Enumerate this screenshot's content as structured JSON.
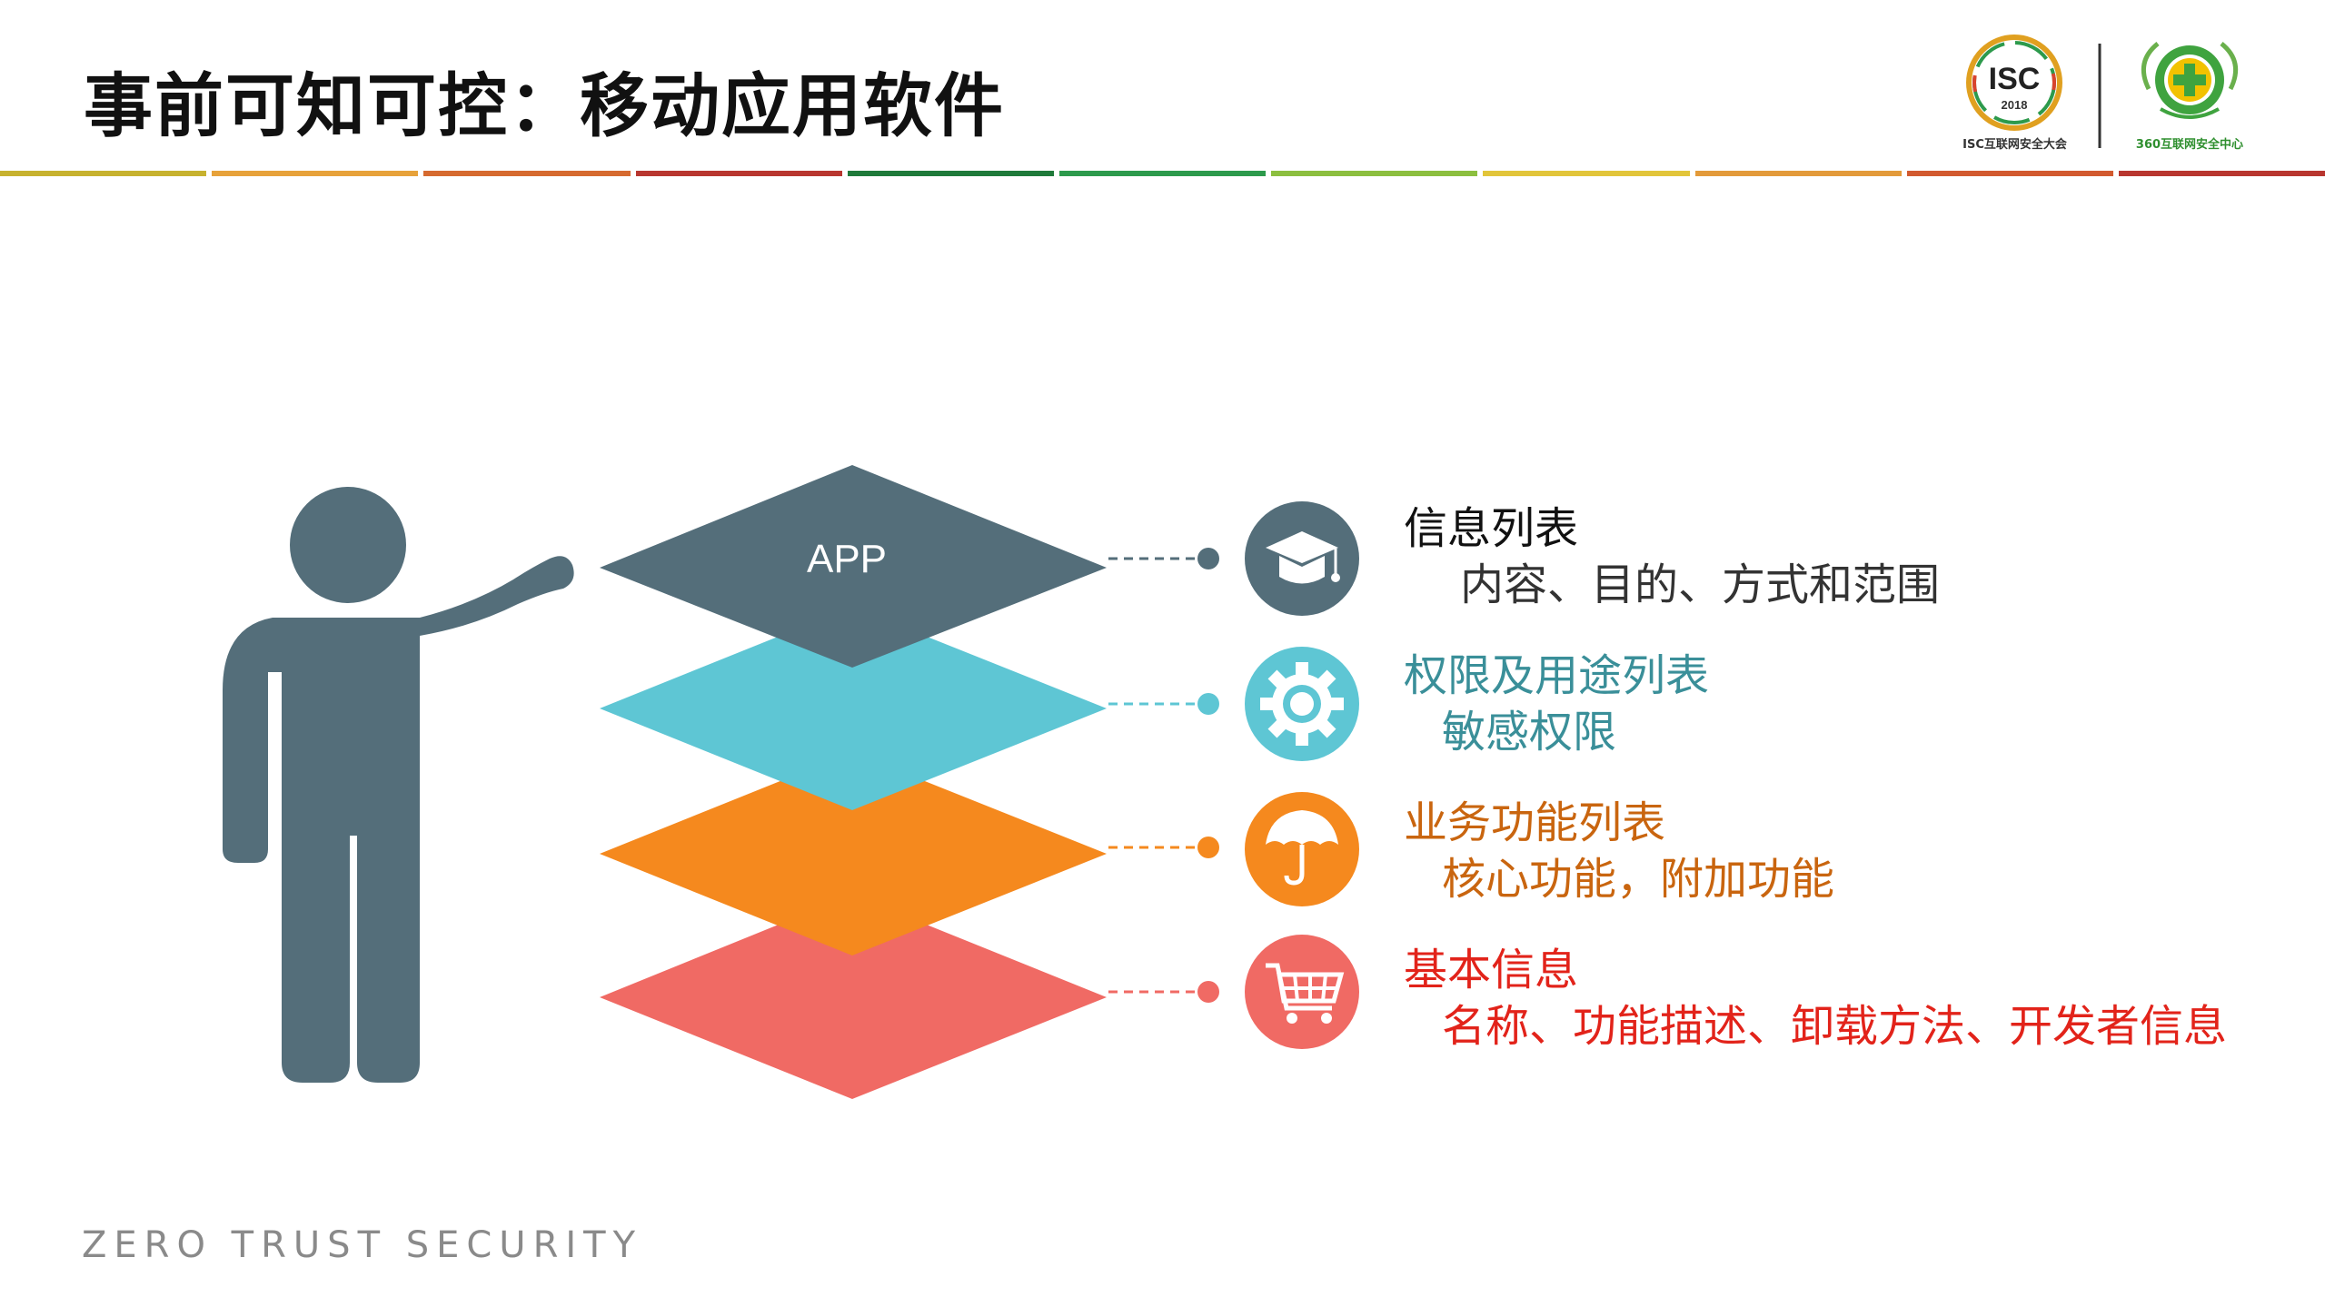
{
  "title": "事前可知可控：移动应用软件",
  "logos": {
    "isc_mark": "ISC",
    "isc_year": "2018",
    "isc_caption": "ISC互联网安全大会",
    "center_caption": "360互联网安全中心"
  },
  "diagram": {
    "top_layer_label": "APP"
  },
  "items": [
    {
      "heading": "信息列表",
      "detail": "内容、目的、方式和范围",
      "icon": "graduation-cap-icon",
      "color": "#546e7a",
      "text_color": "#111111",
      "detail_color": "#333333"
    },
    {
      "heading": "权限及用途列表",
      "detail": "敏感权限",
      "icon": "gear-icon",
      "color": "#5ec6d4",
      "text_color": "#3a8f99",
      "detail_color": "#3a8f99"
    },
    {
      "heading": "业务功能列表",
      "detail": "核心功能，附加功能",
      "icon": "umbrella-icon",
      "color": "#f5891e",
      "text_color": "#c9650f",
      "detail_color": "#c9650f"
    },
    {
      "heading": "基本信息",
      "detail": "名称、功能描述、卸载方法、开发者信息",
      "icon": "shopping-cart-icon",
      "color": "#f06a64",
      "text_color": "#e2231a",
      "detail_color": "#e2231a"
    }
  ],
  "footer": "ZERO TRUST SECURITY",
  "colors": {
    "rule": [
      "#c7b22f",
      "#e7a23a",
      "#d66a2f",
      "#b8362f",
      "#1f7a3a",
      "#2d9a4c",
      "#8cbf3f",
      "#e2c53a",
      "#e39a3a",
      "#d25a2f",
      "#b8362f"
    ]
  }
}
